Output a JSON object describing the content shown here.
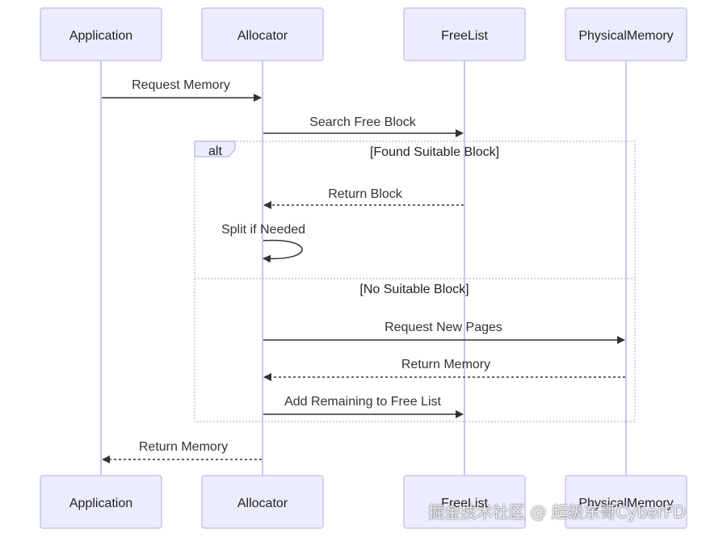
{
  "actors": [
    "Application",
    "Allocator",
    "FreeList",
    "PhysicalMemory"
  ],
  "messages": {
    "m1": "Request Memory",
    "m2": "Search Free Block",
    "m3": "Return Block",
    "m4": "Split if Needed",
    "m5": "Request New Pages",
    "m6": "Return Memory",
    "m7": "Add Remaining to Free List",
    "m8": "Return Memory"
  },
  "alt": {
    "label": "alt",
    "condition1": "[Found Suitable Block]",
    "condition2": "[No Suitable Block]"
  },
  "watermark": "掘金技术社区 @ 超级东哥CyberFD",
  "colors": {
    "actor_fill": "#ECECFF",
    "actor_stroke": "#C9C4F5",
    "line": "#333333"
  }
}
